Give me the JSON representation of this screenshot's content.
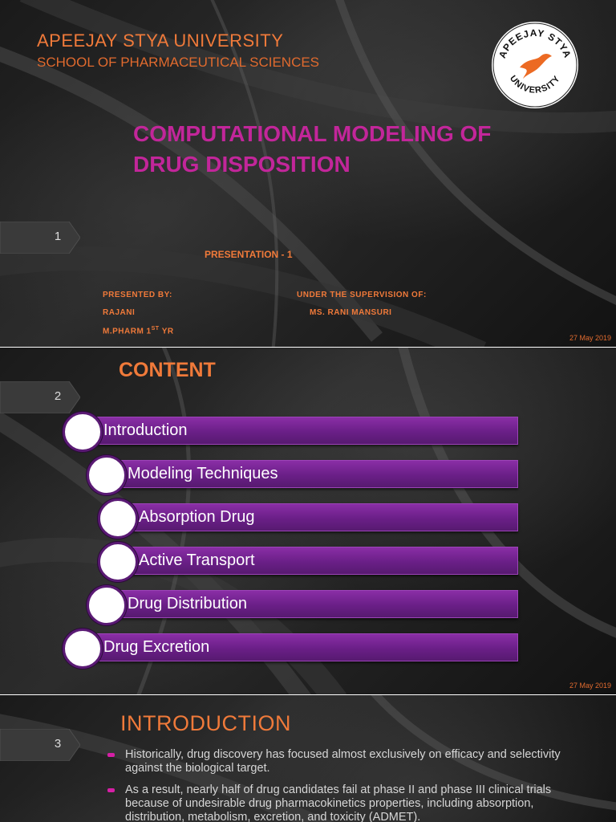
{
  "slide1": {
    "university": "APEEJAY STYA UNIVERSITY",
    "school": "SCHOOL OF PHARMACEUTICAL SCIENCES",
    "logo_text_top": "APEEJAY STYA",
    "logo_text_bottom": "UNIVERSITY",
    "title_line1": "COMPUTATIONAL MODELING OF",
    "title_line2": "DRUG DISPOSITION",
    "slide_number": "1",
    "presentation": "PRESENTATION - 1",
    "presented_by_label": "PRESENTED BY:",
    "presenter_name": "RAJANI",
    "presenter_course": "M.PHARM 1",
    "presenter_course_sup": "ST",
    "presenter_course_suffix": "YR",
    "supervision_label": "UNDER THE SUPERVISION OF:",
    "supervisor_name": "MS. RANI MANSURI",
    "date": "27 May 2019"
  },
  "slide2": {
    "heading": "CONTENT",
    "slide_number": "2",
    "items": [
      "Introduction",
      "Modeling Techniques",
      "Absorption Drug",
      "Active Transport",
      "Drug Distribution",
      "Drug Excretion"
    ],
    "date": "27 May 2019"
  },
  "slide3": {
    "heading": "INTRODUCTION",
    "slide_number": "3",
    "bullets": [
      "Historically, drug discovery has focused almost exclusively on efficacy and selectivity against the biological target.",
      "As a result, nearly half of drug candidates fail at phase II and phase III clinical trials because of undesirable drug pharmacokinetics properties, including absorption, distribution, metabolism, excretion, and toxicity (ADMET)."
    ]
  },
  "colors": {
    "accent_orange": "#f07a3a",
    "title_magenta": "#c2269a",
    "bar_purple": "#6a1f87",
    "bullet_pink": "#d61fa6"
  }
}
